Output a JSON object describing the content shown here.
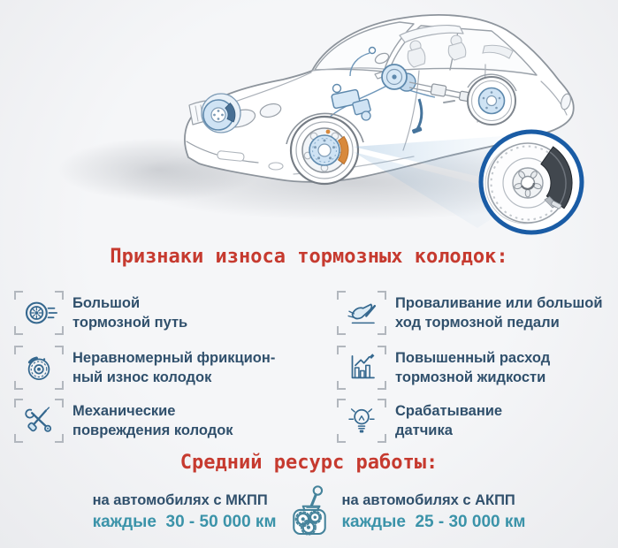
{
  "colors": {
    "background": "#f1f2f4",
    "heading_red": "#c63a2f",
    "text_blue": "#30506c",
    "text_teal": "#3b93a9",
    "icon_blue": "#35688f",
    "bracket_gray": "#b2b7be",
    "magnifier_ring_blue": "#1a5ca5",
    "component_blue_fill": "#cfe3f4",
    "brake_pad_dark": "#41474e",
    "caliper_orange": "#d8893c"
  },
  "illustration": {
    "name": "car-brake-system-cutaway",
    "magnifier": "brake-disc-with-pad"
  },
  "signs_section": {
    "heading": "Признаки износа тормозных колодок:",
    "items_left": [
      {
        "icon": "wheel-icon",
        "line1": "Большой",
        "line2": "тормозной путь"
      },
      {
        "icon": "brake-disc-icon",
        "line1": "Неравномерный фрикцион-",
        "line2": "ный износ колодок"
      },
      {
        "icon": "tools-icon",
        "line1": "Механические",
        "line2": "повреждения колодок"
      }
    ],
    "items_right": [
      {
        "icon": "pedal-icon",
        "line1": "Проваливание или большой",
        "line2": "ход тормозной педали"
      },
      {
        "icon": "chart-icon",
        "line1": "Повышенный расход",
        "line2": "тормозной жидкости"
      },
      {
        "icon": "bulb-icon",
        "line1": "Срабатывание",
        "line2": "датчика"
      }
    ]
  },
  "resource_section": {
    "heading": "Средний ресурс работы:",
    "icon": "gearbox-icon",
    "manual": {
      "line1": "на автомобилях с МКПП",
      "line2": "каждые  30 - 50 000 км"
    },
    "automatic": {
      "line1": "на автомобилях с АКПП",
      "line2": "каждые  25 - 30 000 км"
    }
  }
}
